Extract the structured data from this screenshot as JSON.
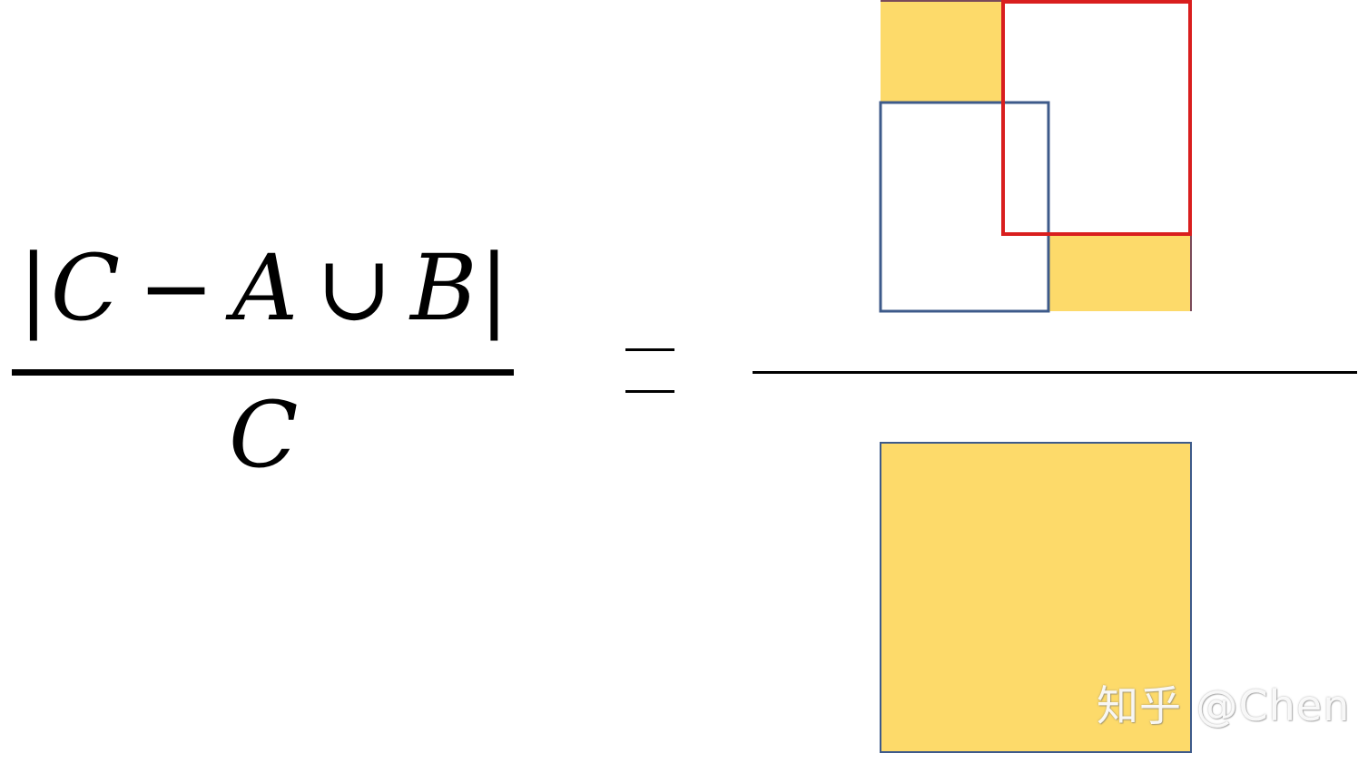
{
  "formula": {
    "bar_left": "|",
    "numerator_c": "C",
    "minus": "−",
    "numerator_a": "A",
    "union": "∪",
    "numerator_b": "B",
    "bar_right": "|",
    "denominator": "C"
  },
  "watermark": "知乎 @Chen",
  "colors": {
    "fill_yellow": "#FDDA6A",
    "box_a_blue": "#3D5A8A",
    "box_b_red": "#D91E1E",
    "box_c_outline": "#7A4A5A"
  }
}
